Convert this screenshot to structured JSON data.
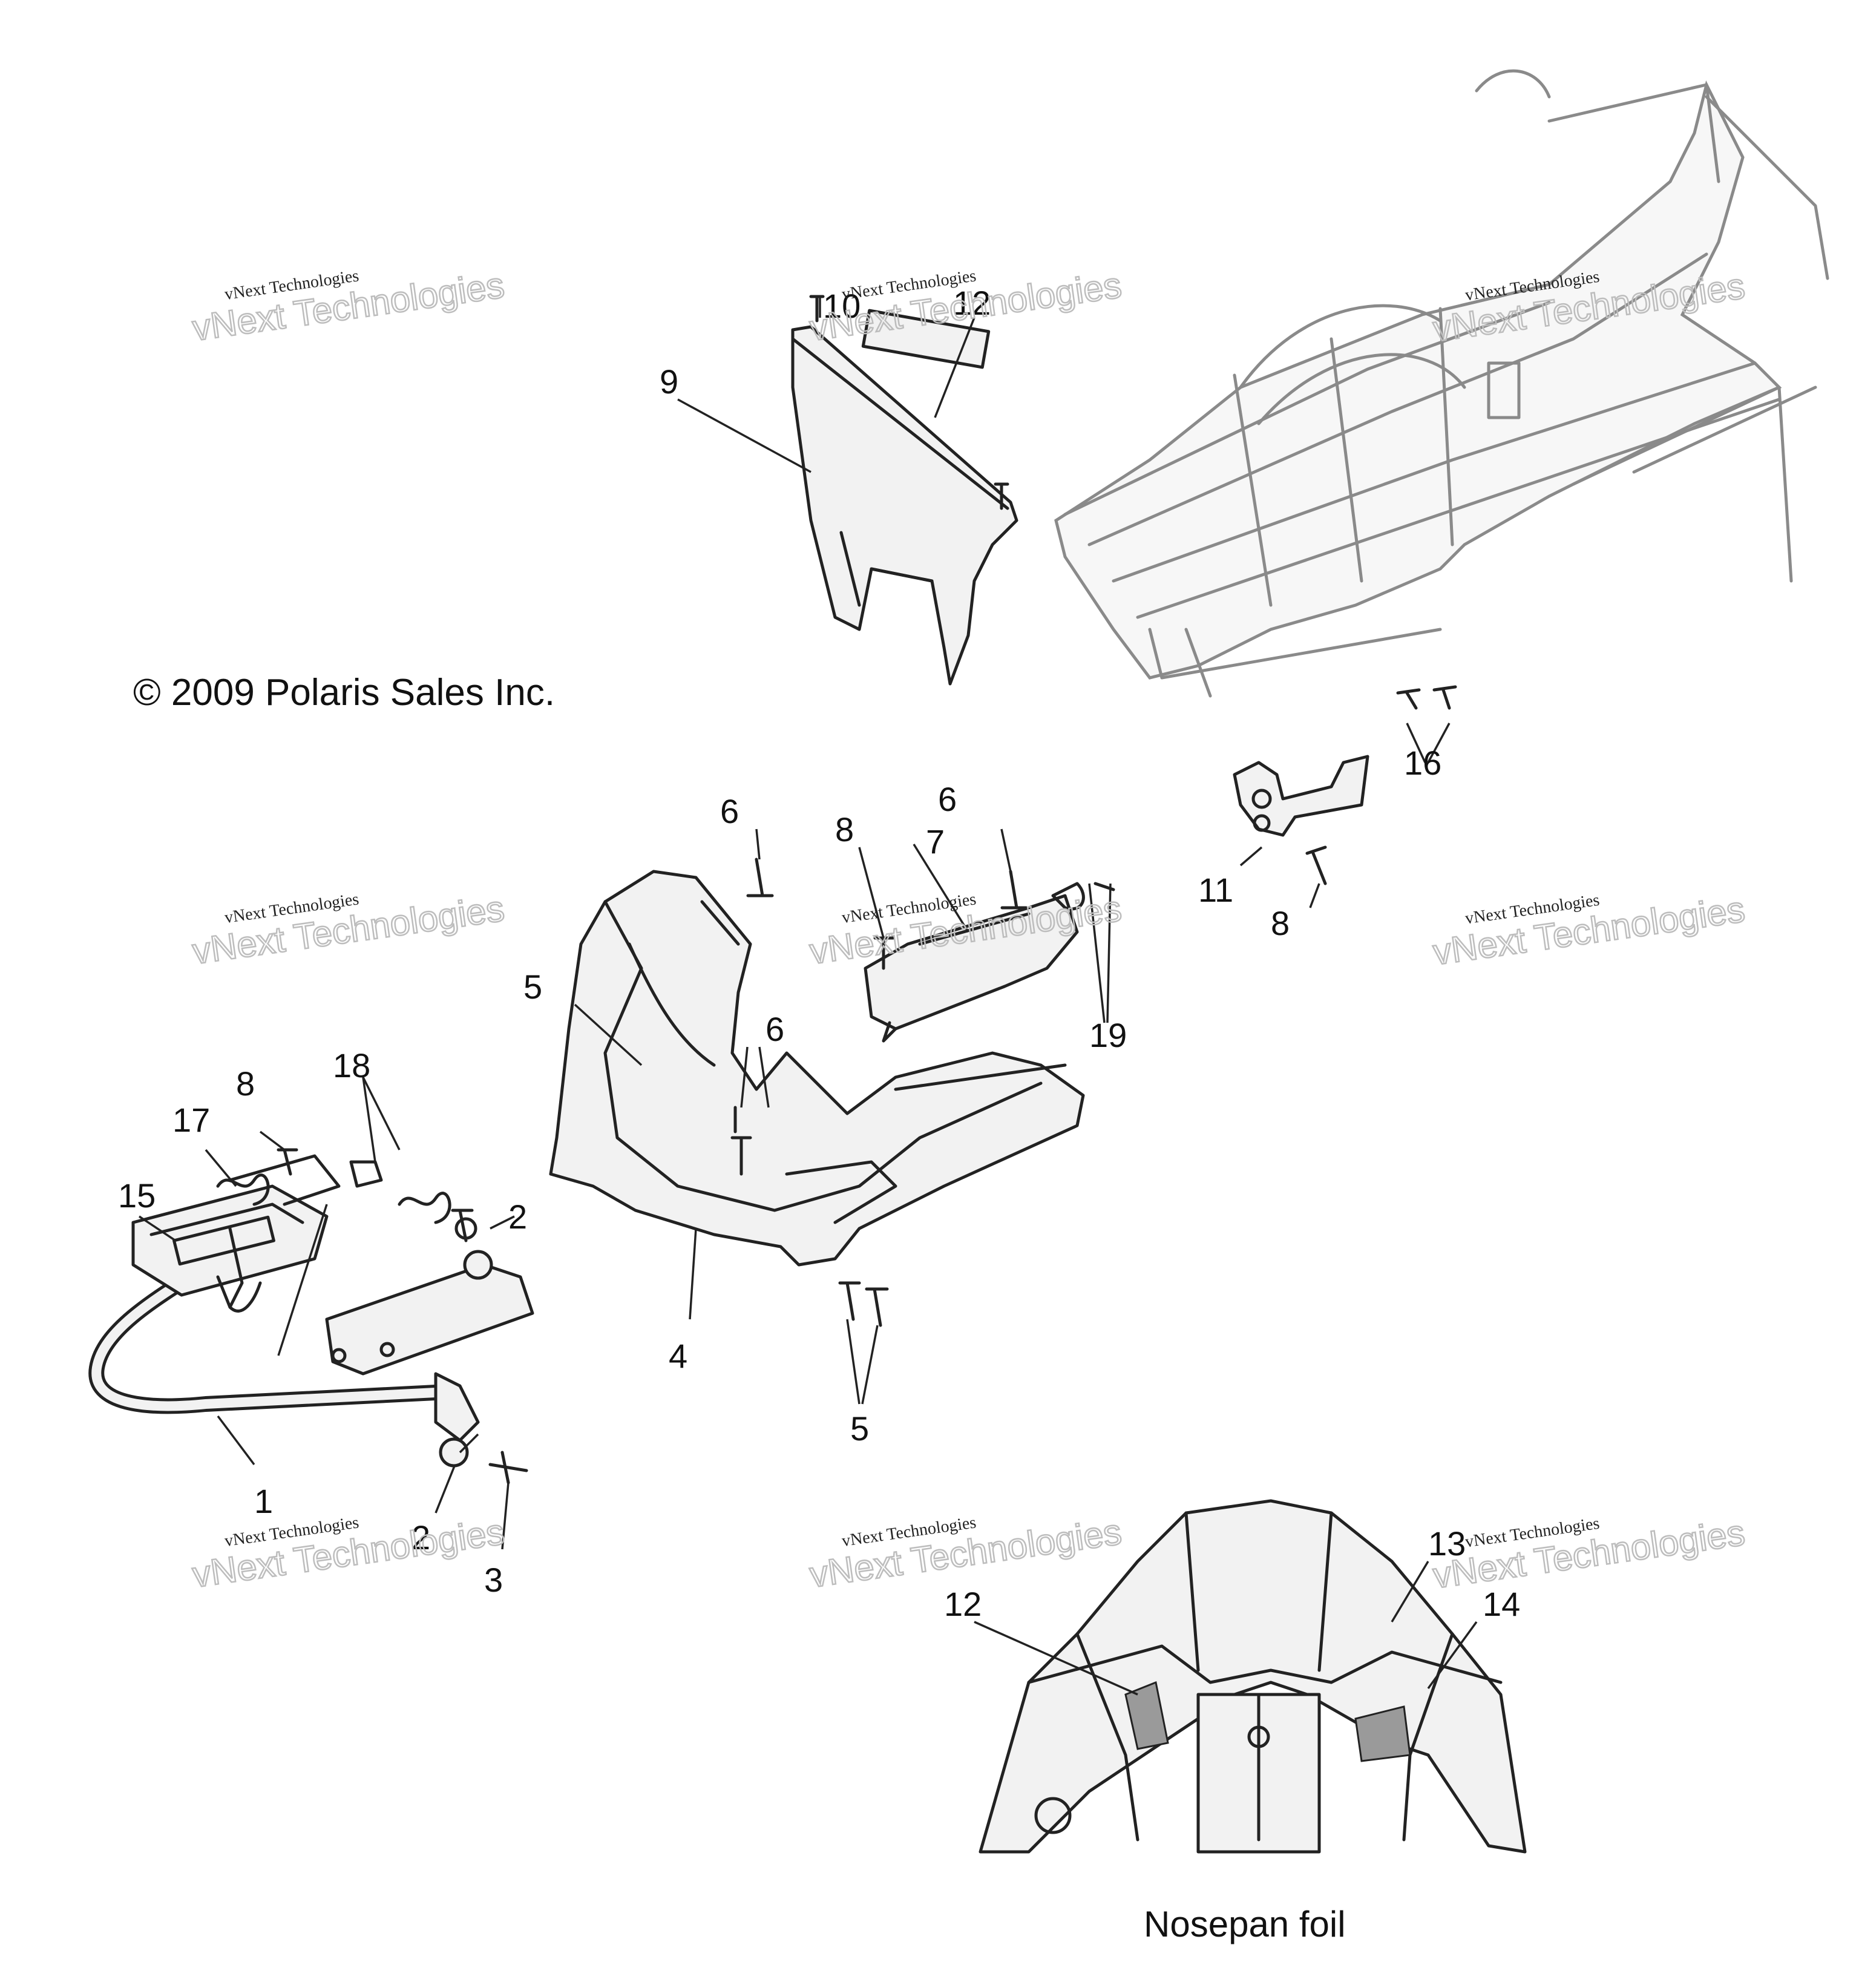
{
  "copyright": "© 2009 Polaris Sales Inc.",
  "caption": "Nosepan foil",
  "watermark": {
    "line1": "vNext Technologies",
    "line2": "vNext Technologies"
  },
  "callouts": [
    "1",
    "2",
    "2",
    "3",
    "4",
    "5",
    "5",
    "6",
    "6",
    "6",
    "7",
    "8",
    "8",
    "8",
    "9",
    "10",
    "11",
    "12",
    "12",
    "13",
    "14",
    "15",
    "16",
    "17",
    "18",
    "19"
  ]
}
